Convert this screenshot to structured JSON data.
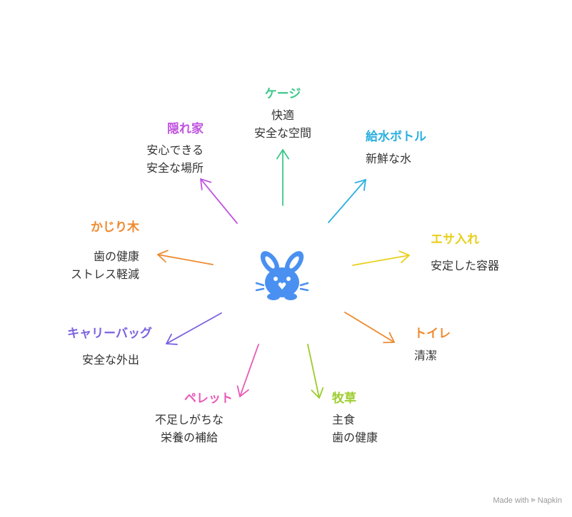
{
  "center_icon": "rabbit-icon",
  "nodes": [
    {
      "id": "cage",
      "title": "ケージ",
      "lines": [
        "快適",
        "安全な空間"
      ],
      "color": "#3ec88a"
    },
    {
      "id": "water-bottle",
      "title": "給水ボトル",
      "lines": [
        "新鮮な水"
      ],
      "color": "#2ab0e0"
    },
    {
      "id": "food-bowl",
      "title": "エサ入れ",
      "lines": [
        "安定した容器"
      ],
      "color": "#e8d01c"
    },
    {
      "id": "toilet",
      "title": "トイレ",
      "lines": [
        "清潔"
      ],
      "color": "#ee8a2e"
    },
    {
      "id": "hay",
      "title": "牧草",
      "lines": [
        "主食",
        "歯の健康"
      ],
      "color": "#9ccc2a"
    },
    {
      "id": "pellet",
      "title": "ペレット",
      "lines": [
        "不足しがちな",
        "栄養の補給"
      ],
      "color": "#e85ab8"
    },
    {
      "id": "carrier",
      "title": "キャリーバッグ",
      "lines": [
        "安全な外出"
      ],
      "color": "#7b62e0"
    },
    {
      "id": "chew-wood",
      "title": "かじり木",
      "lines": [
        "歯の健康",
        "ストレス軽減"
      ],
      "color": "#ee8a2e"
    },
    {
      "id": "hideout",
      "title": "隠れ家",
      "lines": [
        "安心できる",
        "安全な場所"
      ],
      "color": "#c055e0"
    }
  ],
  "center_color": "#4a90f0",
  "footer": {
    "text": "Made with",
    "brand": "Napkin",
    "icon": "napkin-icon"
  }
}
